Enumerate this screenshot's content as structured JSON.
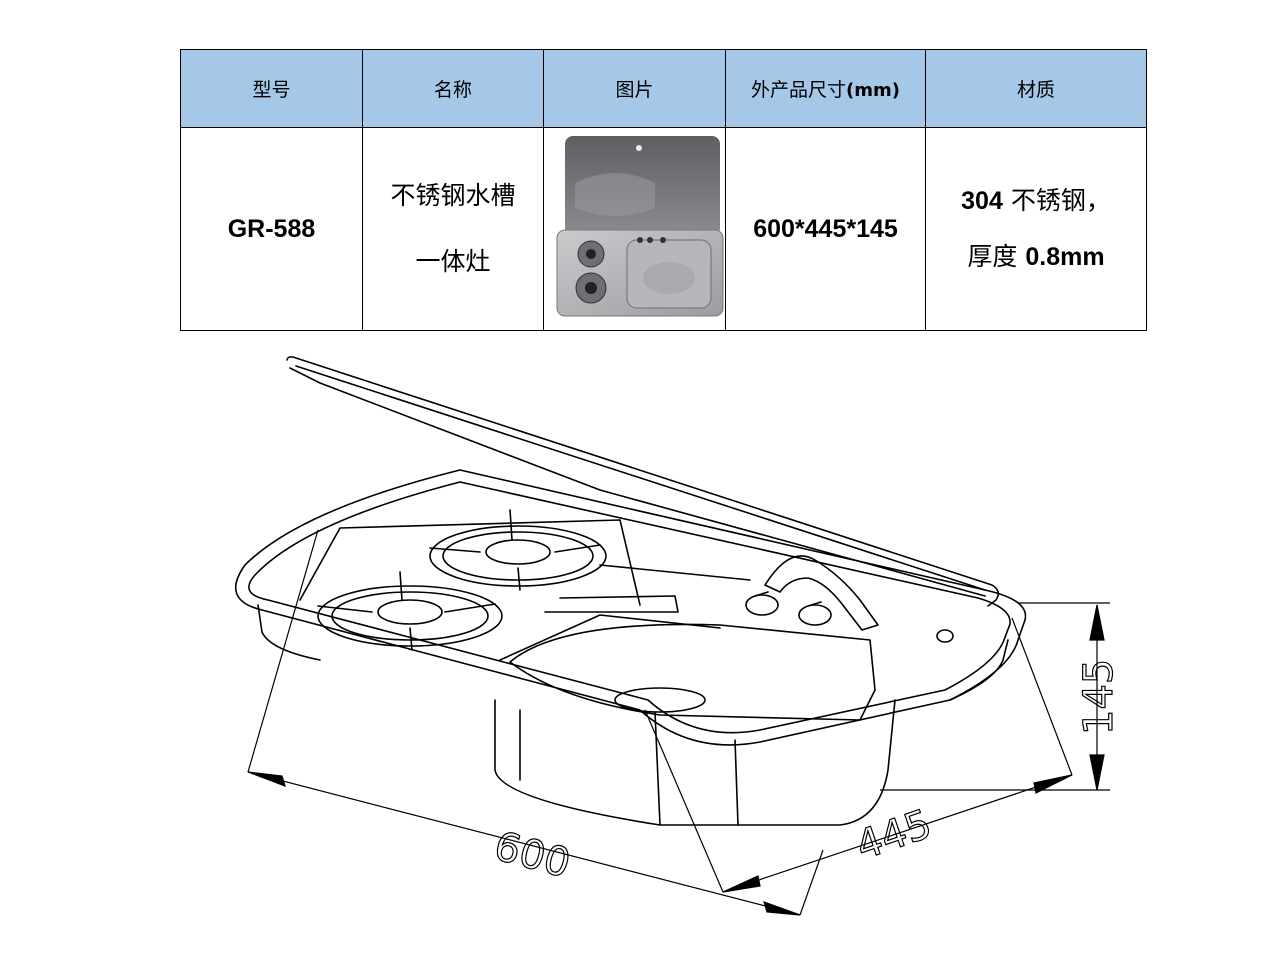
{
  "table": {
    "headers": [
      "型号",
      "名称",
      "图片",
      "外产品尺寸",
      "材质"
    ],
    "header_unit": "(mm)",
    "row": {
      "model": "GR-588",
      "name_line1": "不锈钢水槽",
      "name_line2": "一体灶",
      "size": "600*445*145",
      "material_num": "304",
      "material_line1_rest": " 不锈钢，",
      "material_line2_prefix": "厚度 ",
      "material_line2_value": "0.8mm"
    }
  },
  "drawing": {
    "dim_width": "600",
    "dim_depth": "445",
    "dim_height": "145"
  }
}
